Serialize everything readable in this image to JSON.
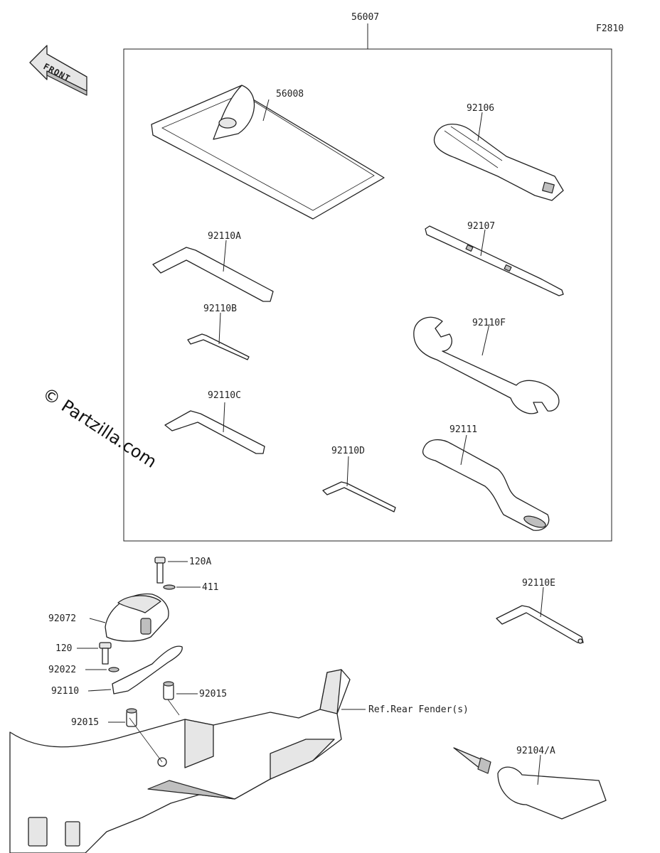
{
  "figure_code": "F2810",
  "watermark": "© Partzilla.com",
  "front_label": "FRONT",
  "kit": {
    "label": "56007",
    "parts": {
      "bag": "56008",
      "screwdriver_handle": "92106",
      "screwdriver_bit": "92107",
      "hex_a": "92110A",
      "hex_b": "92110B",
      "hex_c": "92110C",
      "hex_d": "92110D",
      "wrench": "92110F",
      "extension": "92111"
    }
  },
  "loose_parts": {
    "hex_e": "92110E",
    "grease": "92104/A"
  },
  "mount": {
    "bolt_120a": "120A",
    "washer_411": "411",
    "cover_92072": "92072",
    "bolt_120": "120",
    "washer_92022": "92022",
    "bracket_92110": "92110",
    "collar_upper": "92015",
    "collar_lower": "92015",
    "ref_fender": "Ref.Rear Fender(s)"
  },
  "colors": {
    "line": "#222222",
    "fill_shade": "#bfbfbf",
    "background": "#ffffff"
  }
}
